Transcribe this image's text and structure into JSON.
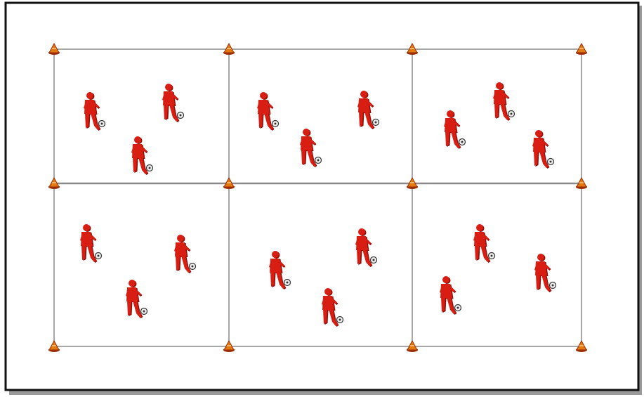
{
  "diagram": {
    "type": "soccer-drill-grid",
    "grid": {
      "rows": 2,
      "cols": 3
    },
    "players_per_zone": 3,
    "colors": {
      "frame": "#111111",
      "frame_shadow": "#9a9a9a",
      "grid_line": "#8a8a8a",
      "player": "#d81e12",
      "player_dark": "#8e0d06",
      "cone": "#e07a10",
      "cone_dark": "#9c2c06",
      "ball": "#f1f1f1",
      "ball_outline": "#333333"
    },
    "icons": {
      "player": "soccer-player-icon",
      "cone": "cone-icon",
      "ball": "soccer-ball-icon"
    }
  }
}
